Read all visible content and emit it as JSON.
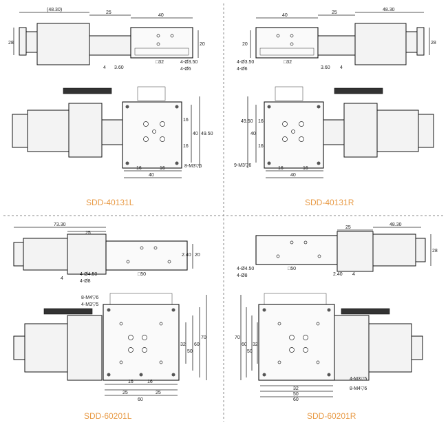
{
  "panels": [
    {
      "title": "SDD-40131L",
      "side_dims": [
        "(48.30)",
        "25",
        "40",
        "28",
        "20",
        "4",
        "3.60",
        "□32",
        "4-Ø3.50",
        "4-Ø6"
      ],
      "top_dims": [
        "16",
        "16",
        "40",
        "16",
        "16",
        "40",
        "49.50",
        "8-M3▽6"
      ]
    },
    {
      "title": "SDD-40131R",
      "side_dims": [
        "40",
        "25",
        "48.30",
        "20",
        "28",
        "4-Ø3.50",
        "4-Ø6",
        "□32",
        "3.60",
        "4"
      ],
      "top_dims": [
        "49.50",
        "40",
        "16",
        "16",
        "16",
        "16",
        "40",
        "9-M3▽6"
      ]
    },
    {
      "title": "SDD-60201L",
      "side_dims": [
        "73.30",
        "25",
        "20",
        "2.40",
        "4",
        "4-Ø4.50",
        "4-Ø8",
        "□50"
      ],
      "top_dims": [
        "8-M4▽6",
        "4-M3▽5",
        "32",
        "50",
        "60",
        "70",
        "16",
        "16",
        "25",
        "25",
        "60"
      ]
    },
    {
      "title": "SDD-60201R",
      "side_dims": [
        "25",
        "48.30",
        "28",
        "4-Ø4.50",
        "4-Ø8",
        "□50",
        "2.40",
        "4"
      ],
      "top_dims": [
        "70",
        "60",
        "50",
        "32",
        "32",
        "50",
        "60",
        "4-M3▽5",
        "8-M4▽6"
      ]
    }
  ]
}
